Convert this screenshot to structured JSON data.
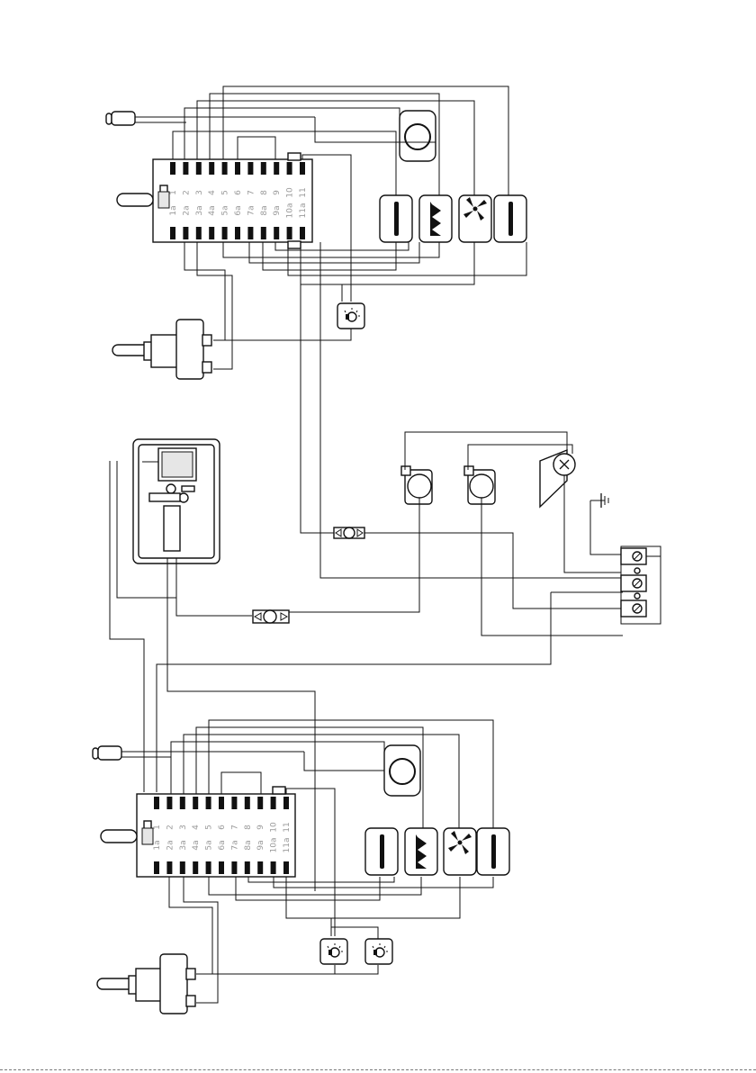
{
  "selector_top": {
    "row_a": [
      "1",
      "2",
      "3",
      "4",
      "5",
      "6",
      "7",
      "8",
      "9",
      "10",
      "11"
    ],
    "row_b": [
      "1a",
      "2a",
      "3a",
      "4a",
      "5a",
      "6a",
      "7a",
      "8a",
      "9a",
      "10a",
      "11a"
    ]
  },
  "selector_bottom": {
    "row_a": [
      "1",
      "2",
      "3",
      "4",
      "5",
      "6",
      "7",
      "8",
      "9",
      "10",
      "11"
    ],
    "row_b": [
      "1a",
      "2a",
      "3a",
      "4a",
      "5a",
      "6a",
      "7a",
      "8a",
      "9a",
      "10a",
      "11a"
    ]
  },
  "icons": {
    "fan": "fan-icon",
    "grill": "grill-element-icon",
    "heating_element": "heating-element-icon",
    "lamp": "lamp-icon",
    "thermostat": "thermostat-icon",
    "motor": "motor-icon",
    "earth": "earth-icon",
    "fuse": "fuse-icon"
  },
  "colors": {
    "line": "#111111",
    "label": "#9a9a9a"
  }
}
